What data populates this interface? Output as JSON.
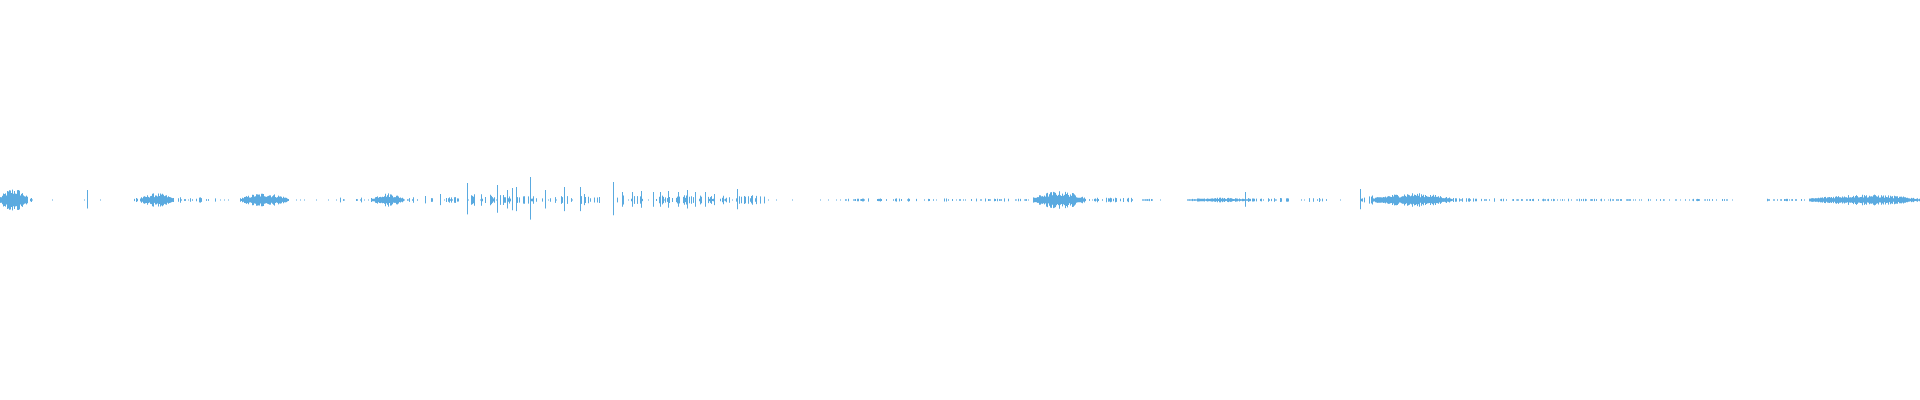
{
  "waveform": {
    "color": "#5aaae0",
    "background": "#ffffff",
    "duration_fraction_range": [
      0,
      1
    ],
    "amplitude_range": [
      -1,
      1
    ],
    "segments": [
      {
        "start": 0.0,
        "end": 0.014,
        "peak": 0.06,
        "shape": "dense"
      },
      {
        "start": 0.014,
        "end": 0.018,
        "peak": 0.02,
        "shape": "sparse"
      },
      {
        "start": 0.07,
        "end": 0.09,
        "peak": 0.01,
        "shape": "sparse"
      },
      {
        "start": 0.07,
        "end": 0.112,
        "peak": 0.015,
        "shape": "sparse"
      },
      {
        "start": 0.073,
        "end": 0.09,
        "peak": 0.035,
        "shape": "dense"
      },
      {
        "start": 0.125,
        "end": 0.15,
        "peak": 0.035,
        "shape": "dense"
      },
      {
        "start": 0.175,
        "end": 0.205,
        "peak": 0.012,
        "shape": "sparse"
      },
      {
        "start": 0.194,
        "end": 0.21,
        "peak": 0.035,
        "shape": "dense"
      },
      {
        "start": 0.21,
        "end": 0.24,
        "peak": 0.015,
        "shape": "sparse"
      },
      {
        "start": 0.243,
        "end": 0.262,
        "peak": 0.03,
        "shape": "sparse"
      },
      {
        "start": 0.262,
        "end": 0.312,
        "peak": 0.02,
        "shape": "sparse"
      },
      {
        "start": 0.319,
        "end": 0.4,
        "peak": 0.025,
        "shape": "sparse"
      },
      {
        "start": 0.44,
        "end": 0.535,
        "peak": 0.008,
        "shape": "sparse"
      },
      {
        "start": 0.538,
        "end": 0.565,
        "peak": 0.045,
        "shape": "dense"
      },
      {
        "start": 0.565,
        "end": 0.59,
        "peak": 0.012,
        "shape": "sparse"
      },
      {
        "start": 0.592,
        "end": 0.6,
        "peak": 0.006,
        "shape": "sparse"
      },
      {
        "start": 0.618,
        "end": 0.65,
        "peak": 0.012,
        "shape": "dense"
      },
      {
        "start": 0.65,
        "end": 0.692,
        "peak": 0.01,
        "shape": "sparse"
      },
      {
        "start": 0.708,
        "end": 0.715,
        "peak": 0.03,
        "shape": "sparse"
      },
      {
        "start": 0.715,
        "end": 0.756,
        "peak": 0.035,
        "shape": "dense"
      },
      {
        "start": 0.756,
        "end": 0.78,
        "peak": 0.01,
        "shape": "sparse"
      },
      {
        "start": 0.78,
        "end": 0.9,
        "peak": 0.006,
        "shape": "sparse"
      },
      {
        "start": 0.92,
        "end": 0.94,
        "peak": 0.006,
        "shape": "sparse"
      },
      {
        "start": 0.942,
        "end": 1.0,
        "peak": 0.028,
        "shape": "dense"
      }
    ],
    "spikes": [
      {
        "x": 0.0455,
        "amp": 0.05
      },
      {
        "x": 0.2215,
        "amp": 0.02
      },
      {
        "x": 0.229,
        "amp": 0.03
      },
      {
        "x": 0.243,
        "amp": 0.085
      },
      {
        "x": 0.259,
        "amp": 0.075
      },
      {
        "x": 0.264,
        "amp": 0.05
      },
      {
        "x": 0.2665,
        "amp": 0.06
      },
      {
        "x": 0.269,
        "amp": 0.065
      },
      {
        "x": 0.276,
        "amp": 0.115
      },
      {
        "x": 0.284,
        "amp": 0.05
      },
      {
        "x": 0.294,
        "amp": 0.065
      },
      {
        "x": 0.302,
        "amp": 0.065
      },
      {
        "x": 0.304,
        "amp": 0.03
      },
      {
        "x": 0.3195,
        "amp": 0.09
      },
      {
        "x": 0.324,
        "amp": 0.04
      },
      {
        "x": 0.329,
        "amp": 0.04
      },
      {
        "x": 0.334,
        "amp": 0.045
      },
      {
        "x": 0.34,
        "amp": 0.04
      },
      {
        "x": 0.344,
        "amp": 0.04
      },
      {
        "x": 0.348,
        "amp": 0.045
      },
      {
        "x": 0.353,
        "amp": 0.04
      },
      {
        "x": 0.358,
        "amp": 0.05
      },
      {
        "x": 0.362,
        "amp": 0.04
      },
      {
        "x": 0.367,
        "amp": 0.04
      },
      {
        "x": 0.372,
        "amp": 0.03
      },
      {
        "x": 0.384,
        "amp": 0.055
      },
      {
        "x": 0.391,
        "amp": 0.02
      },
      {
        "x": 0.6485,
        "amp": 0.04
      },
      {
        "x": 0.7085,
        "amp": 0.055
      }
    ]
  }
}
